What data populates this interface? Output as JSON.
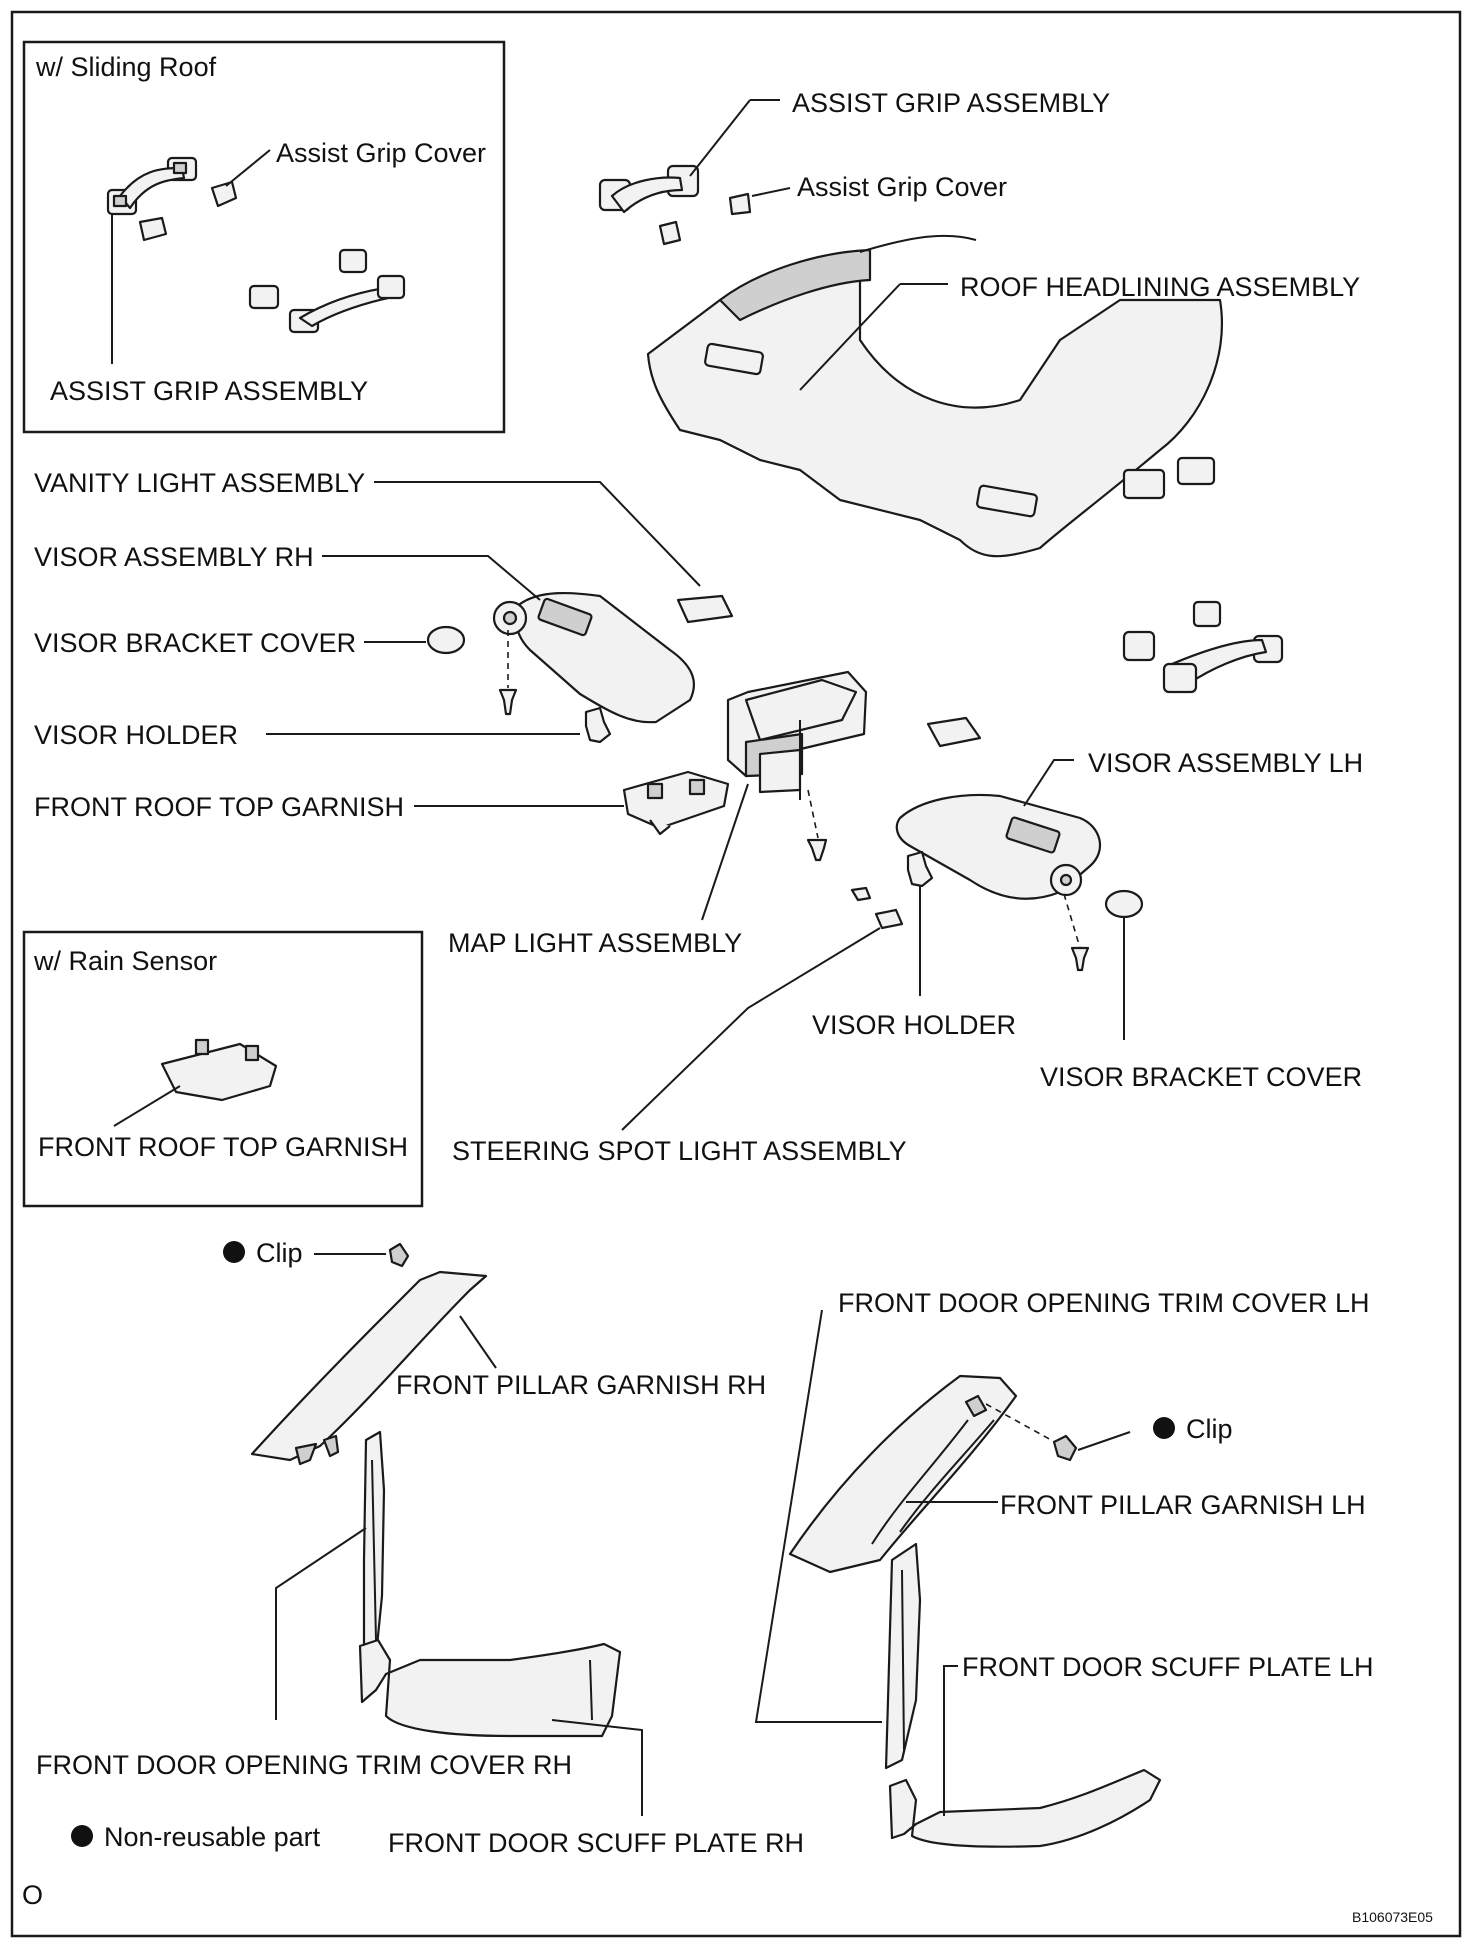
{
  "boxes": {
    "sliding_roof_title": "w/ Sliding  Roof",
    "rain_sensor_title": "w/ Rain Sensor"
  },
  "labels": {
    "box_assist_grip_cover": "Assist Grip Cover",
    "box_assist_grip_assembly": "ASSIST GRIP ASSEMBLY",
    "assist_grip_assembly": "ASSIST GRIP ASSEMBLY",
    "assist_grip_cover": "Assist Grip Cover",
    "roof_headlining_assembly": "ROOF HEADLINING ASSEMBLY",
    "vanity_light_assembly": "VANITY LIGHT ASSEMBLY",
    "visor_assembly_rh": "VISOR ASSEMBLY RH",
    "visor_bracket_cover_rh": "VISOR BRACKET COVER",
    "visor_holder_rh": "VISOR HOLDER",
    "front_roof_top_garnish": "FRONT ROOF TOP GARNISH",
    "visor_assembly_lh": "VISOR ASSEMBLY LH",
    "map_light_assembly": "MAP LIGHT ASSEMBLY",
    "visor_holder_lh": "VISOR HOLDER",
    "visor_bracket_cover_lh": "VISOR BRACKET COVER",
    "box_front_roof_top_garnish": "FRONT ROOF TOP GARNISH",
    "steering_spot_light_assembly": "STEERING SPOT LIGHT ASSEMBLY",
    "clip_rh": "Clip",
    "front_pillar_garnish_rh": "FRONT PILLAR GARNISH RH",
    "front_door_opening_trim_cover_lh": "FRONT DOOR OPENING TRIM COVER LH",
    "clip_lh": "Clip",
    "front_pillar_garnish_lh": "FRONT PILLAR GARNISH LH",
    "front_door_scuff_plate_lh": "FRONT DOOR SCUFF PLATE LH",
    "front_door_opening_trim_cover_rh": "FRONT DOOR OPENING TRIM COVER RH",
    "front_door_scuff_plate_rh": "FRONT DOOR SCUFF PLATE RH"
  },
  "legend": {
    "non_reusable": "Non-reusable part"
  },
  "footer": {
    "page_mark": "O",
    "figure_code": "B106073E05"
  }
}
